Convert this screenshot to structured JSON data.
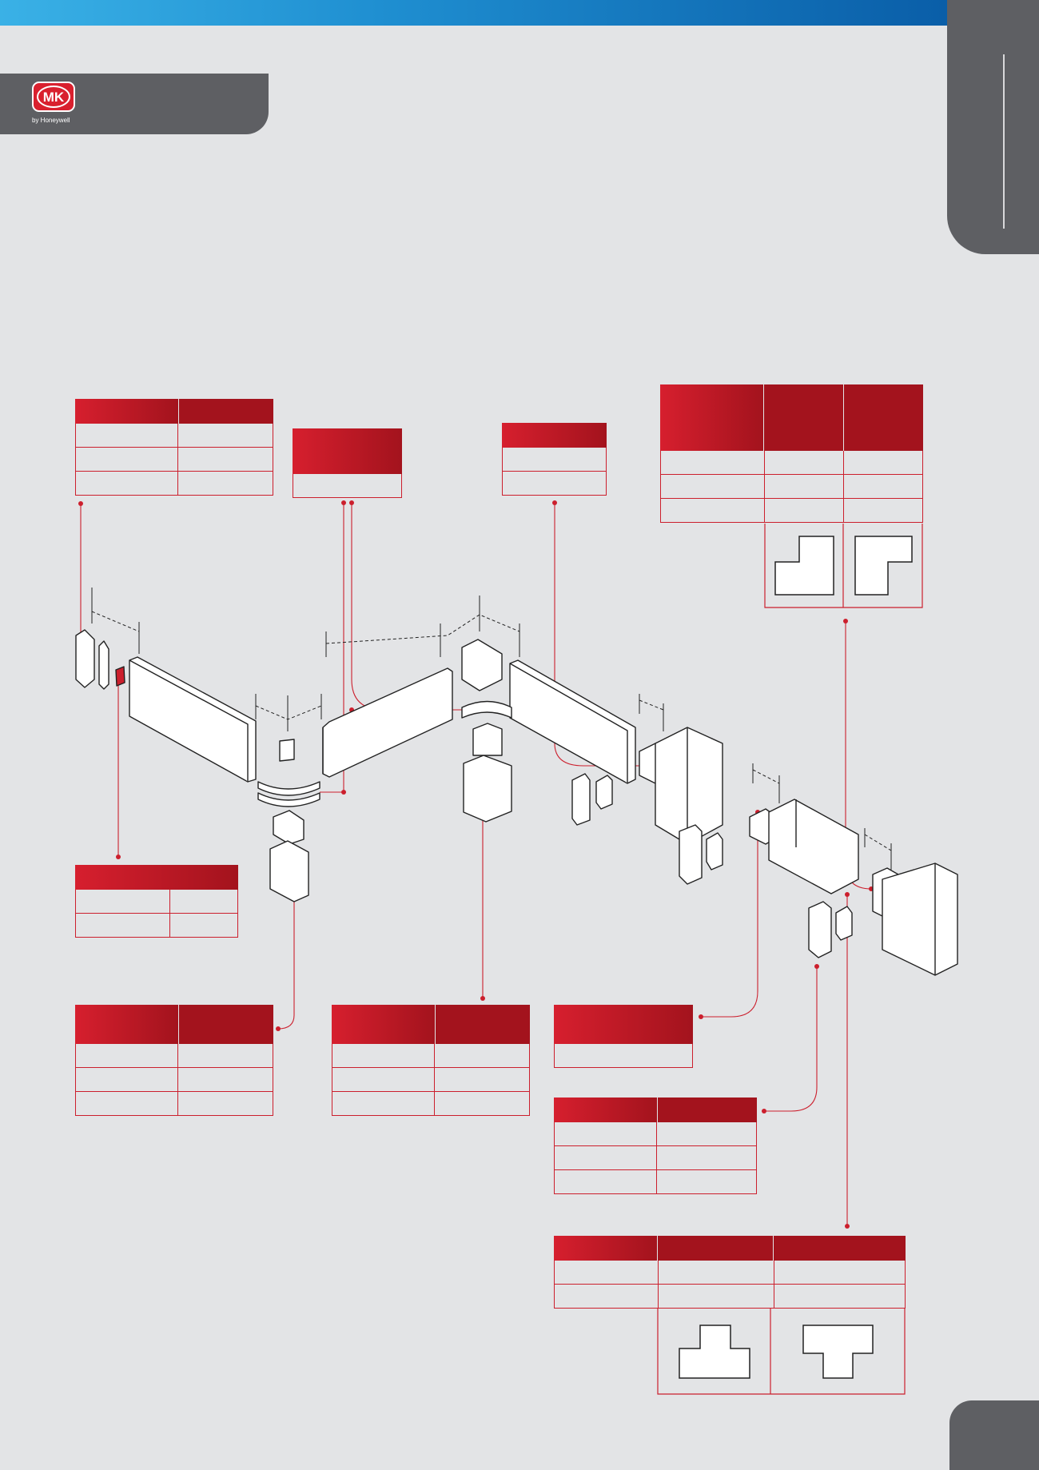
{
  "header": {
    "logo_text": "MK",
    "logo_sub": "by Honeywell"
  },
  "colors": {
    "accent_red": "#cc1f2d",
    "dark_grey": "#5e5f63",
    "page_bg": "#e3e4e6",
    "top_bar_blue": "#1f8fd1"
  },
  "icons": [
    "mk-logo",
    "external-corner-shape-icon",
    "internal-corner-shape-icon",
    "flat-tee-shape-icon",
    "tee-shape-icon"
  ]
}
